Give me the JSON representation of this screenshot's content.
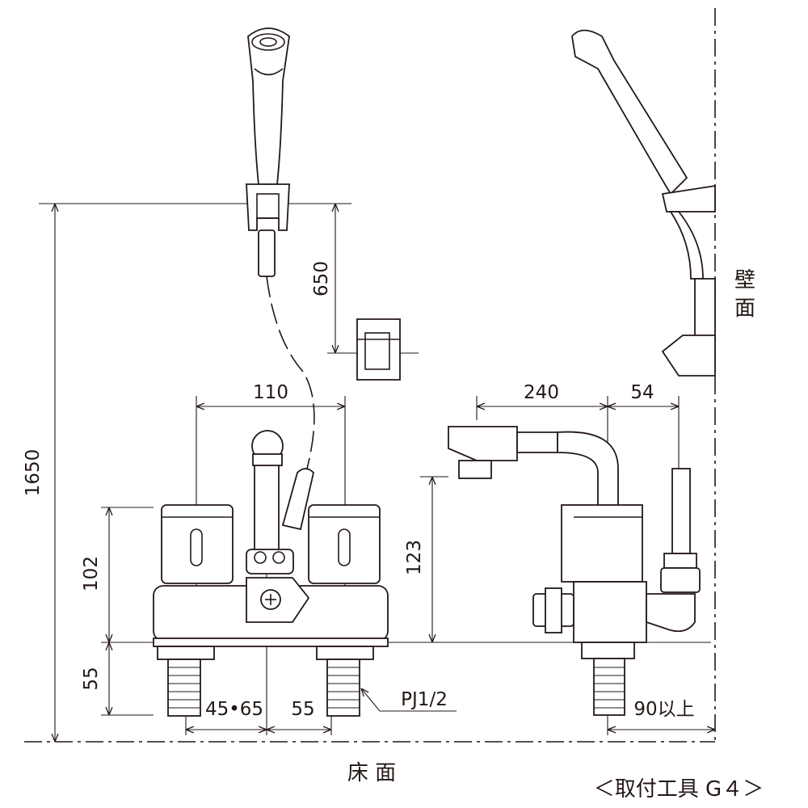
{
  "dimensions": {
    "total_height": "1650",
    "hose_holder": "650",
    "handle_pitch": "110",
    "body_height": "102",
    "supply_height": "55",
    "spout_height": "123",
    "spout_reach": "240",
    "wall_offset": "54",
    "inlet_spacing": "45•65",
    "inlet_to_center": "55",
    "thread": "PJ1/2",
    "min_wall_clearance": "90以上"
  },
  "labels": {
    "wall_1": "壁",
    "wall_2": "面",
    "floor": "床 面",
    "tool": "＜取付工具 G４＞"
  }
}
